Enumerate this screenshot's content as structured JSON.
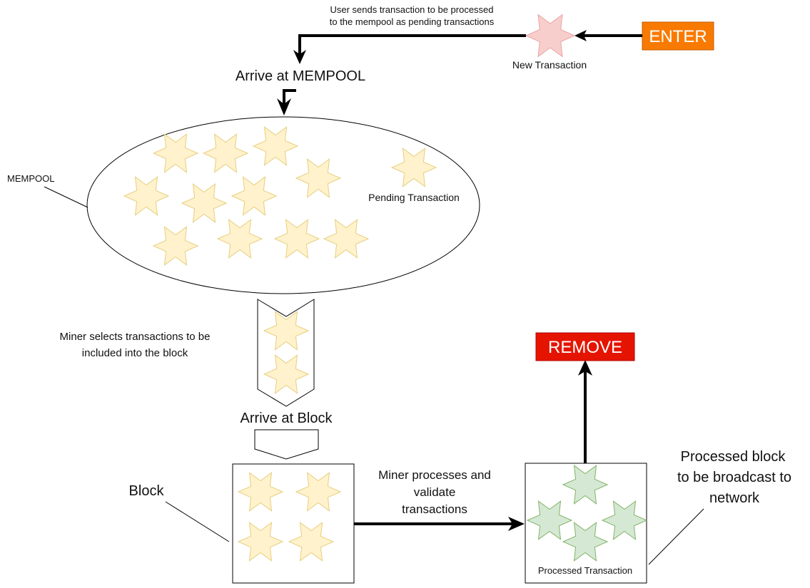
{
  "labels": {
    "enter": "ENTER",
    "remove": "REMOVE",
    "new_transaction": "New Transaction",
    "user_sends_line1": "User sends transaction to be processed",
    "user_sends_line2": "to the mempool as pending transactions",
    "arrive_mempool": "Arrive at MEMPOOL",
    "mempool": "MEMPOOL",
    "pending_transaction": "Pending Transaction",
    "miner_selects_line1": "Miner selects transactions to be",
    "miner_selects_line2": "included into the block",
    "arrive_block": "Arrive at Block",
    "block": "Block",
    "miner_processes_line1": "Miner processes and",
    "miner_processes_line2": "validate",
    "miner_processes_line3": "transactions",
    "processed_transaction": "Processed Transaction",
    "processed_block_line1": "Processed block",
    "processed_block_line2": "to be broadcast to",
    "processed_block_line3": "network"
  },
  "colors": {
    "enter_fill": "#f97a00",
    "enter_stroke": "#c75c00",
    "remove_fill": "#e51400",
    "remove_stroke": "#b20000",
    "new_star_fill": "#f8cecc",
    "new_star_stroke": "#e8a3a3",
    "pending_star_fill": "#fff2cc",
    "pending_star_stroke": "#e6cf7f",
    "processed_star_fill": "#d5e8d4",
    "processed_star_stroke": "#82b366",
    "line": "#000000"
  },
  "icons": {
    "new_transaction": "six-point-star-icon",
    "pending_transaction": "six-point-star-icon",
    "processed_transaction": "six-point-star-icon"
  }
}
